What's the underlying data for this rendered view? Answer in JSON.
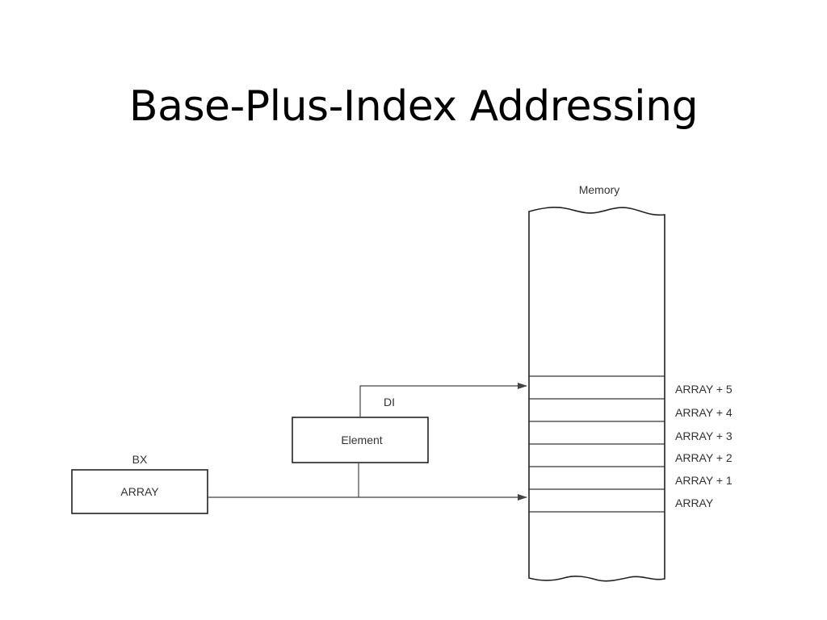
{
  "slide": {
    "title": "Base-Plus-Index Addressing"
  },
  "diagram": {
    "memory_label": "Memory",
    "bx": {
      "register": "BX",
      "value": "ARRAY"
    },
    "di": {
      "register": "DI",
      "value": "Element"
    },
    "memory_rows": [
      "ARRAY + 5",
      "ARRAY + 4",
      "ARRAY + 3",
      "ARRAY + 2",
      "ARRAY + 1",
      "ARRAY"
    ]
  }
}
